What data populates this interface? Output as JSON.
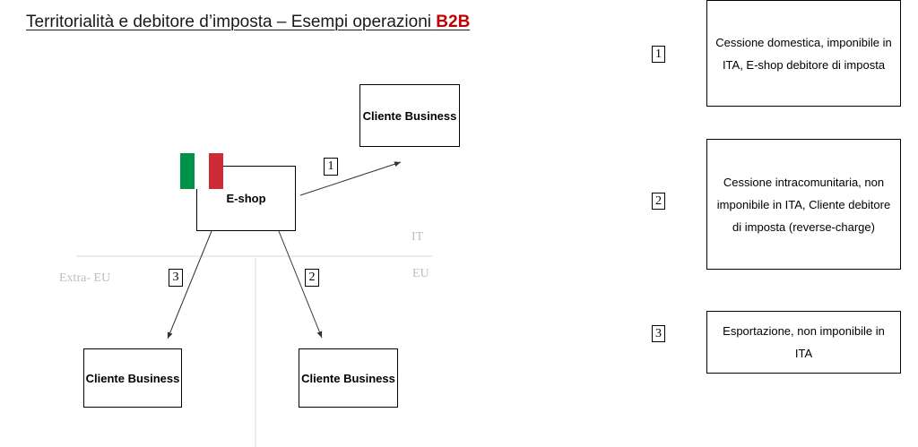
{
  "title": {
    "text": "Territorialità e debitore d’imposta – Esempi operazioni ",
    "accent": "B2B"
  },
  "colors": {
    "accent": "#c00000",
    "flag_green": "#009246",
    "flag_white": "#ffffff",
    "flag_red": "#ce2b37",
    "zone_text": "#bdbdbd"
  },
  "nodes": {
    "cliente_top": "Cliente Business",
    "eshop": "E-shop",
    "cliente_left": "Cliente Business",
    "cliente_right": "Cliente Business"
  },
  "zones": {
    "it": "IT",
    "eu": "EU",
    "extra_eu": "Extra- EU"
  },
  "flows": [
    "1",
    "2",
    "3"
  ],
  "legend": [
    {
      "number": "1",
      "text": "Cessione domestica, imponibile in ITA, E-shop debitore di imposta"
    },
    {
      "number": "2",
      "text": "Cessione intracomunitaria, non imponibile in ITA, Cliente debitore di imposta (reverse-charge)"
    },
    {
      "number": "3",
      "text": "Esportazione, non imponibile in ITA"
    }
  ],
  "icons": {
    "flag": "italy-flag-icon"
  }
}
